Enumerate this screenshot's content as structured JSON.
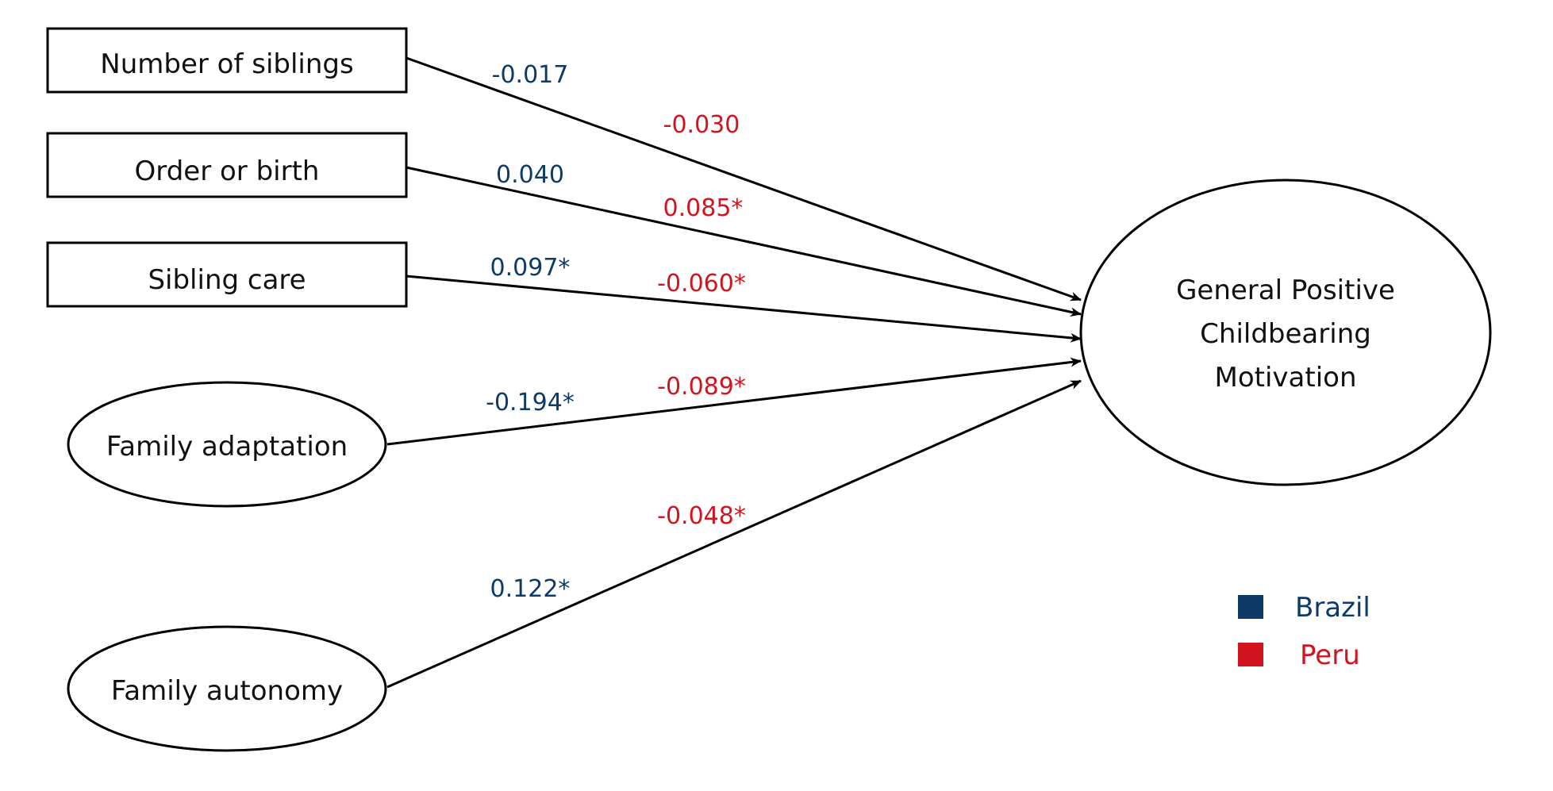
{
  "colors": {
    "brazil": "#0d3a66",
    "peru": "#d2141e",
    "line": "#000000"
  },
  "nodes": {
    "siblings": "Number of siblings",
    "order": "Order or birth",
    "care": "Sibling care",
    "adaptation": "Family adaptation",
    "autonomy": "Family autonomy",
    "outcome": [
      "General Positive",
      "Childbearing",
      "Motivation"
    ]
  },
  "paths": {
    "siblings": {
      "brazil": "-0.017",
      "peru": "-0.030"
    },
    "order": {
      "brazil": "0.040",
      "peru": "0.085*"
    },
    "care": {
      "brazil": "0.097*",
      "peru": "-0.060*"
    },
    "adaptation": {
      "brazil": "-0.194*",
      "peru": "-0.089*"
    },
    "autonomy": {
      "brazil": "0.122*",
      "peru": "-0.048*"
    }
  },
  "legend": {
    "brazil": "Brazil",
    "peru": "Peru"
  }
}
